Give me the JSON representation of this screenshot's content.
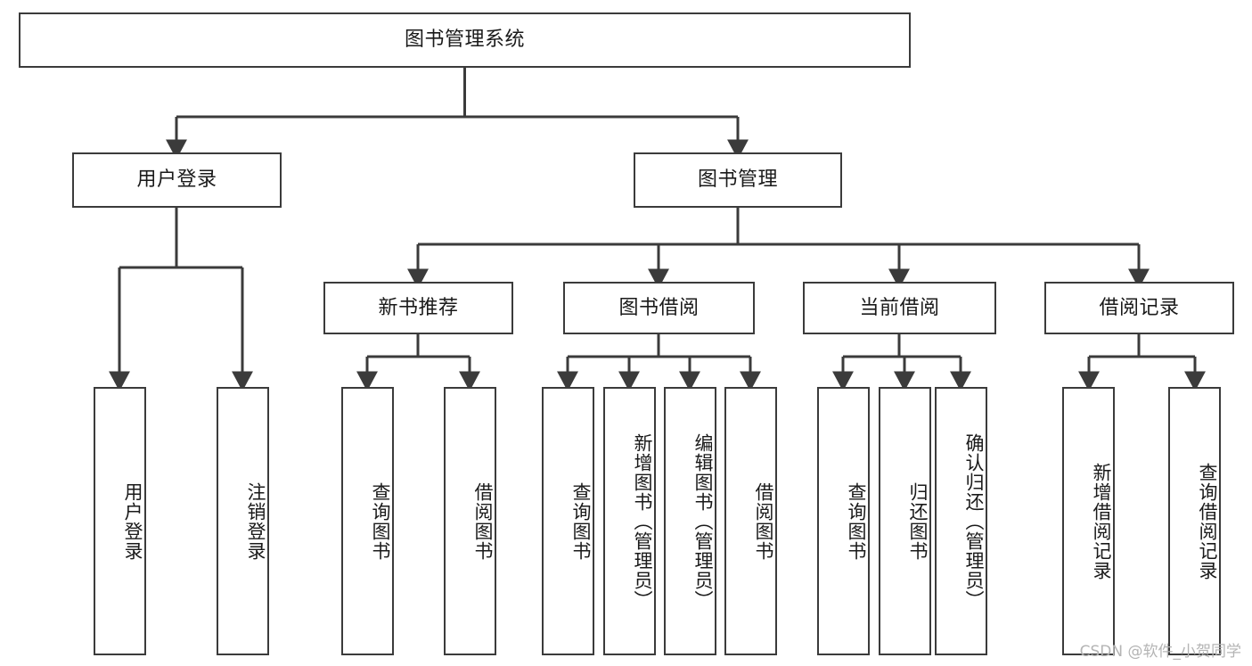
{
  "diagram": {
    "title": "图书管理系统",
    "type": "tree-hierarchy",
    "watermark": "CSDN @软件_小贺同学",
    "colors": {
      "box_border": "#3b3b3b",
      "box_fill": "#ffffff",
      "connector": "#3b3b3b",
      "text": "#1a1a1a",
      "watermark": "#b4b4b4",
      "background": "#ffffff"
    },
    "root": {
      "label": "图书管理系统"
    },
    "level2": [
      {
        "label": "用户登录"
      },
      {
        "label": "图书管理"
      }
    ],
    "level3": [
      {
        "label": "新书推荐"
      },
      {
        "label": "图书借阅"
      },
      {
        "label": "当前借阅"
      },
      {
        "label": "借阅记录"
      }
    ],
    "leaves": {
      "user_login": [
        {
          "label": "用户登录"
        },
        {
          "label": "注销登录"
        }
      ],
      "new_book_recommend": [
        {
          "label": "查询图书"
        },
        {
          "label": "借阅图书"
        }
      ],
      "book_borrow": [
        {
          "label": "查询图书"
        },
        {
          "label": "新增图书（管理员）"
        },
        {
          "label": "编辑图书（管理员）"
        },
        {
          "label": "借阅图书"
        }
      ],
      "current_borrow": [
        {
          "label": "查询图书"
        },
        {
          "label": "归还图书"
        },
        {
          "label": "确认归还（管理员）"
        }
      ],
      "borrow_records": [
        {
          "label": "新增借阅记录"
        },
        {
          "label": "查询借阅记录"
        }
      ]
    }
  }
}
